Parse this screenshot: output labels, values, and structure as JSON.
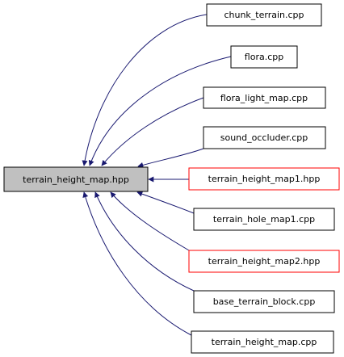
{
  "graph": {
    "root": {
      "label": "terrain_height_map.hpp",
      "fill": "#c0c0c0",
      "border": "#000000"
    },
    "includers": [
      {
        "label": "chunk_terrain.cpp",
        "border": "#000000"
      },
      {
        "label": "flora.cpp",
        "border": "#000000"
      },
      {
        "label": "flora_light_map.cpp",
        "border": "#000000"
      },
      {
        "label": "sound_occluder.cpp",
        "border": "#000000"
      },
      {
        "label": "terrain_height_map1.hpp",
        "border": "#ff0000"
      },
      {
        "label": "terrain_hole_map1.cpp",
        "border": "#000000"
      },
      {
        "label": "terrain_height_map2.hpp",
        "border": "#ff0000"
      },
      {
        "label": "base_terrain_block.cpp",
        "border": "#000000"
      },
      {
        "label": "terrain_height_map.cpp",
        "border": "#000000"
      }
    ],
    "edge_color": "#191970"
  }
}
